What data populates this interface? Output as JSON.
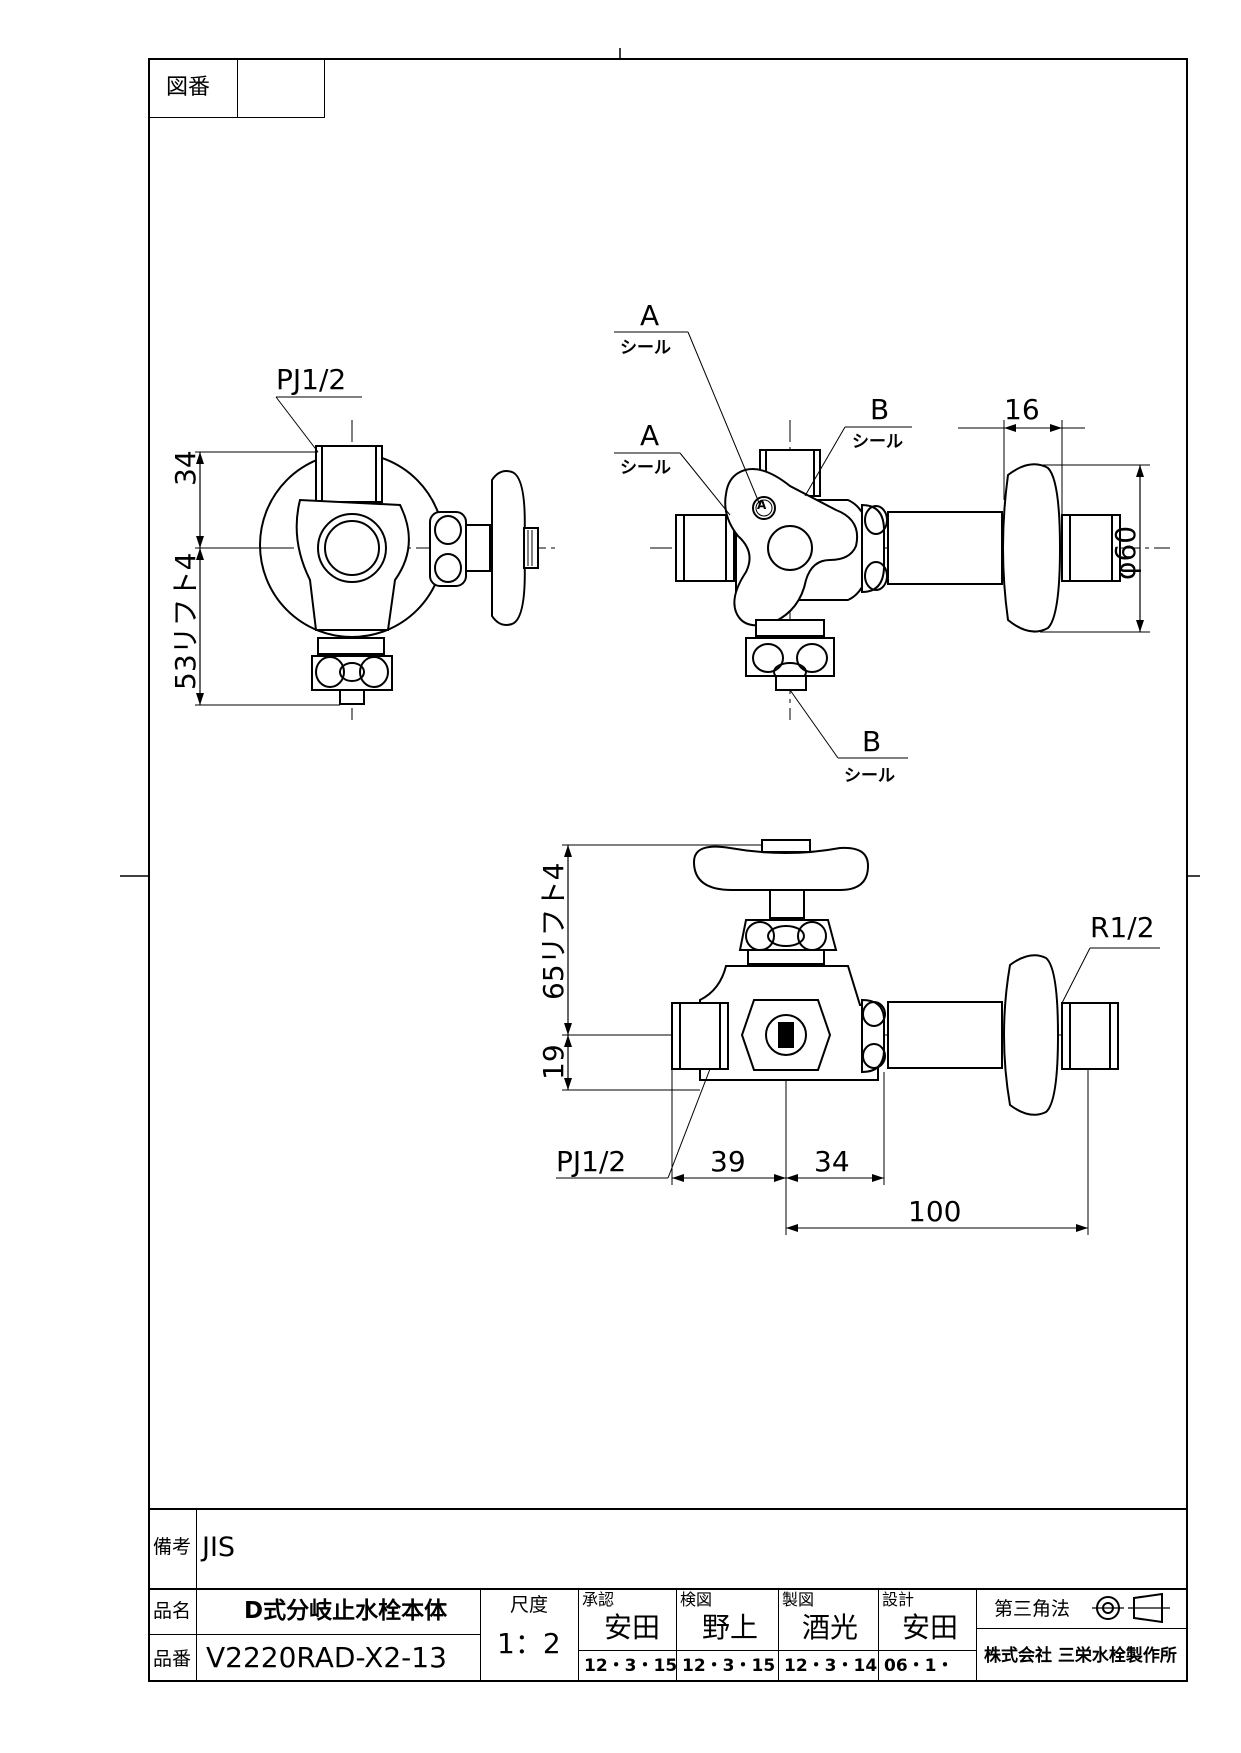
{
  "header": {
    "drawing_no_label": "図番",
    "drawing_no_value": ""
  },
  "annotations": {
    "side_view": {
      "thread_top": "PJ1/2",
      "dim_upper": "34",
      "dim_lower": "53リフト4"
    },
    "front_view": {
      "a_top": "A",
      "a_top_note": "シール",
      "a_mid": "A",
      "a_mid_note": "シール",
      "b_top": "B",
      "b_top_note": "シール",
      "b_bottom": "B",
      "b_bottom_note": "シール",
      "dim_16": "16",
      "dim_dia": "φ60",
      "marker_a": "A"
    },
    "plan_view": {
      "dim_height": "65リフト4",
      "dim_19": "19",
      "thread_outlet": "R1/2",
      "thread_inlet": "PJ1/2",
      "dim_39": "39",
      "dim_34": "34",
      "dim_100": "100"
    }
  },
  "title_block": {
    "remarks_label": "備考",
    "remarks_value": "JIS",
    "name_label": "品名",
    "name_value": "D式分岐止水栓本体",
    "number_label": "品番",
    "number_value": "V2220RAD-X2-13",
    "scale_label": "尺度",
    "scale_value": "1：2",
    "approved_label": "承認",
    "approved_name": "安田",
    "approved_date": "12・3・15",
    "checked_label": "検図",
    "checked_name": "野上",
    "checked_date": "12・3・15",
    "drawn_label": "製図",
    "drawn_name": "酒光",
    "drawn_date": "12・3・14",
    "design_label": "設計",
    "design_name": "安田",
    "design_date": "06・1・",
    "projection_label": "第三角法",
    "company": "株式会社 三栄水栓製作所"
  }
}
